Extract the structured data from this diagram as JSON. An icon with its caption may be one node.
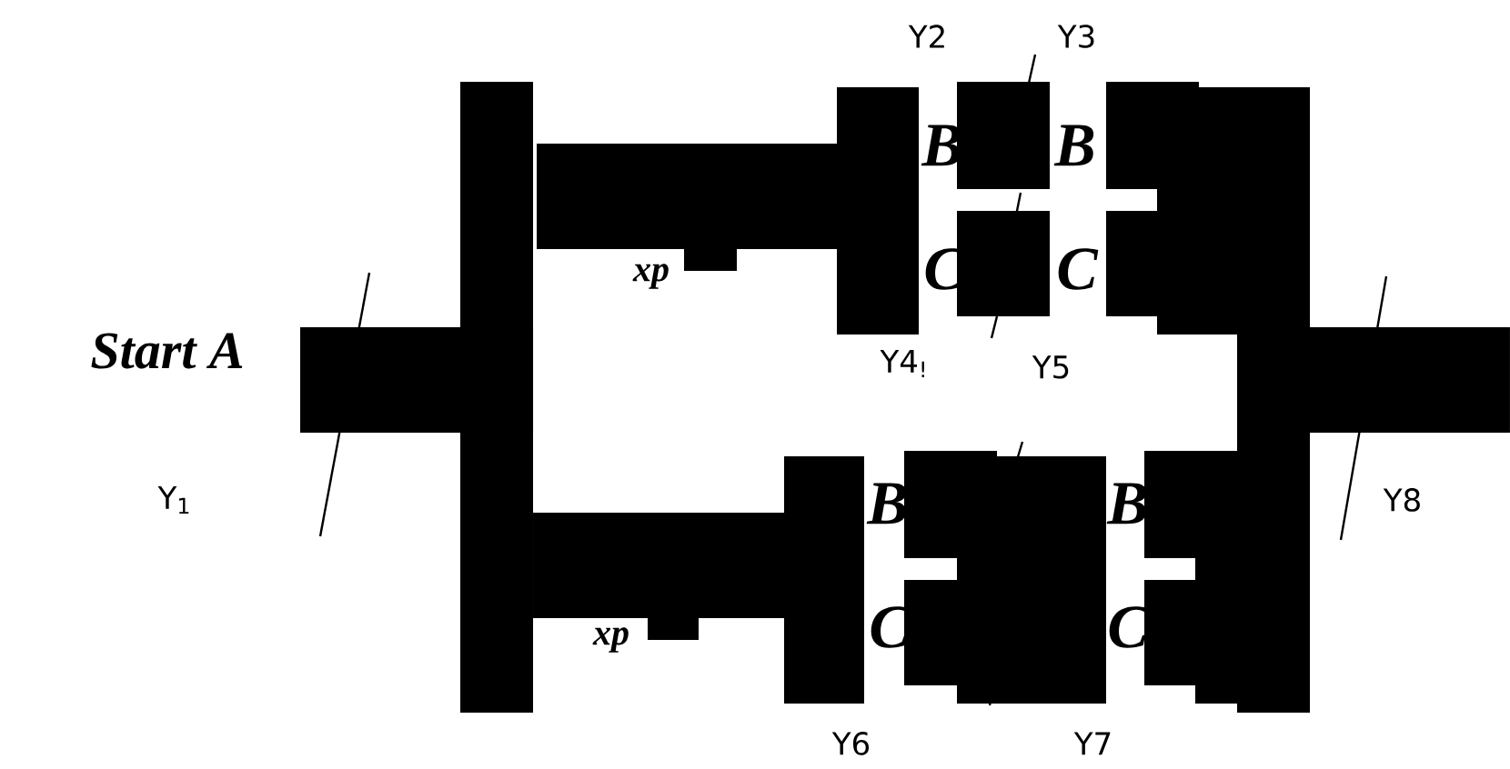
{
  "diagram": {
    "labels": [
      "Y2",
      "Y3",
      "B",
      "B",
      "xp",
      "C",
      "C",
      "Start A",
      "Y4$_{!}$",
      "Y5",
      "Y$_{1}$",
      "B",
      "B",
      "Y8",
      "xp",
      "C",
      "C",
      "Y6",
      "Y7"
    ]
  }
}
